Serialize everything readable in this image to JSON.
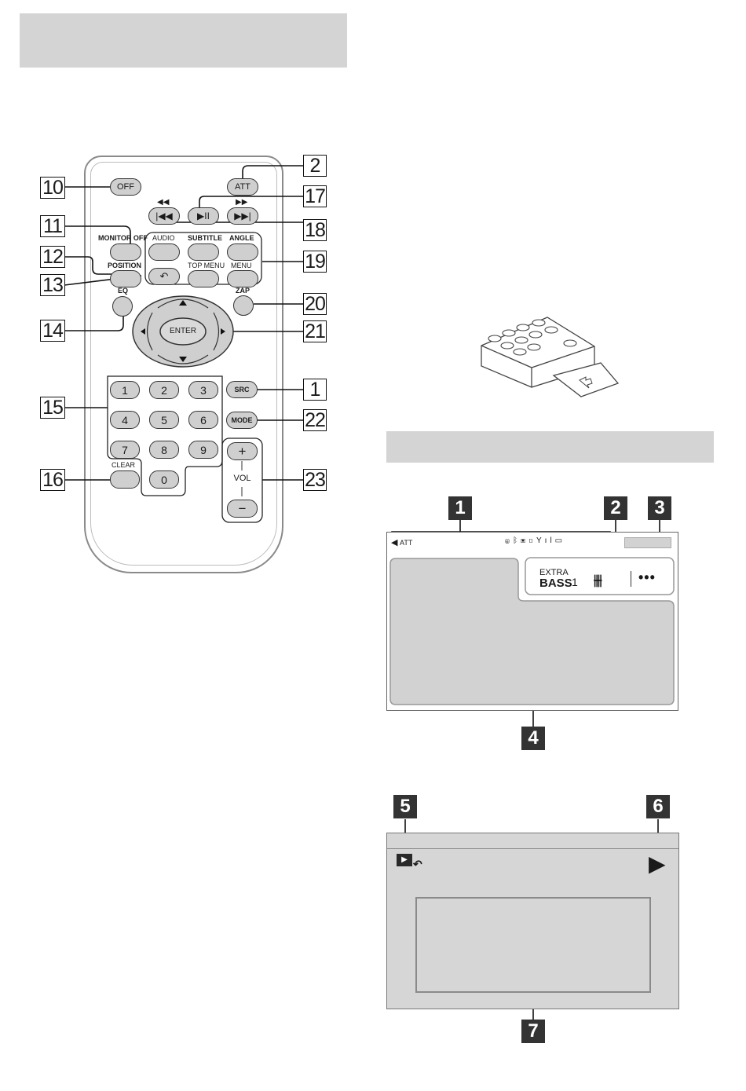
{
  "remote": {
    "buttons": {
      "off": "OFF",
      "att": "ATT",
      "monitor_off": "MONITOR OFF",
      "position": "POSITION",
      "eq": "EQ",
      "audio": "AUDIO",
      "subtitle": "SUBTITLE",
      "angle": "ANGLE",
      "top_menu": "TOP MENU",
      "menu": "MENU",
      "zap": "ZAP",
      "enter": "ENTER",
      "src": "SRC",
      "mode": "MODE",
      "clear": "CLEAR",
      "vol": "VOL",
      "plus": "+",
      "minus": "−"
    },
    "numbers": [
      "1",
      "2",
      "3",
      "4",
      "5",
      "6",
      "7",
      "8",
      "9",
      "0"
    ],
    "callouts": {
      "c10": "10",
      "c11": "11",
      "c12": "12",
      "c13": "13",
      "c14": "14",
      "c15": "15",
      "c16": "16",
      "c2": "2",
      "c17": "17",
      "c18": "18",
      "c19": "19",
      "c20": "20",
      "c21": "21",
      "c1": "1",
      "c22": "22",
      "c23": "23"
    }
  },
  "screen1": {
    "status_att": "ATT",
    "extra": "EXTRA",
    "bass": "BASS",
    "bass_level": "1",
    "callouts": {
      "c1": "1",
      "c2": "2",
      "c3": "3",
      "c4": "4"
    }
  },
  "screen2": {
    "callouts": {
      "c5": "5",
      "c6": "6",
      "c7": "7"
    }
  }
}
